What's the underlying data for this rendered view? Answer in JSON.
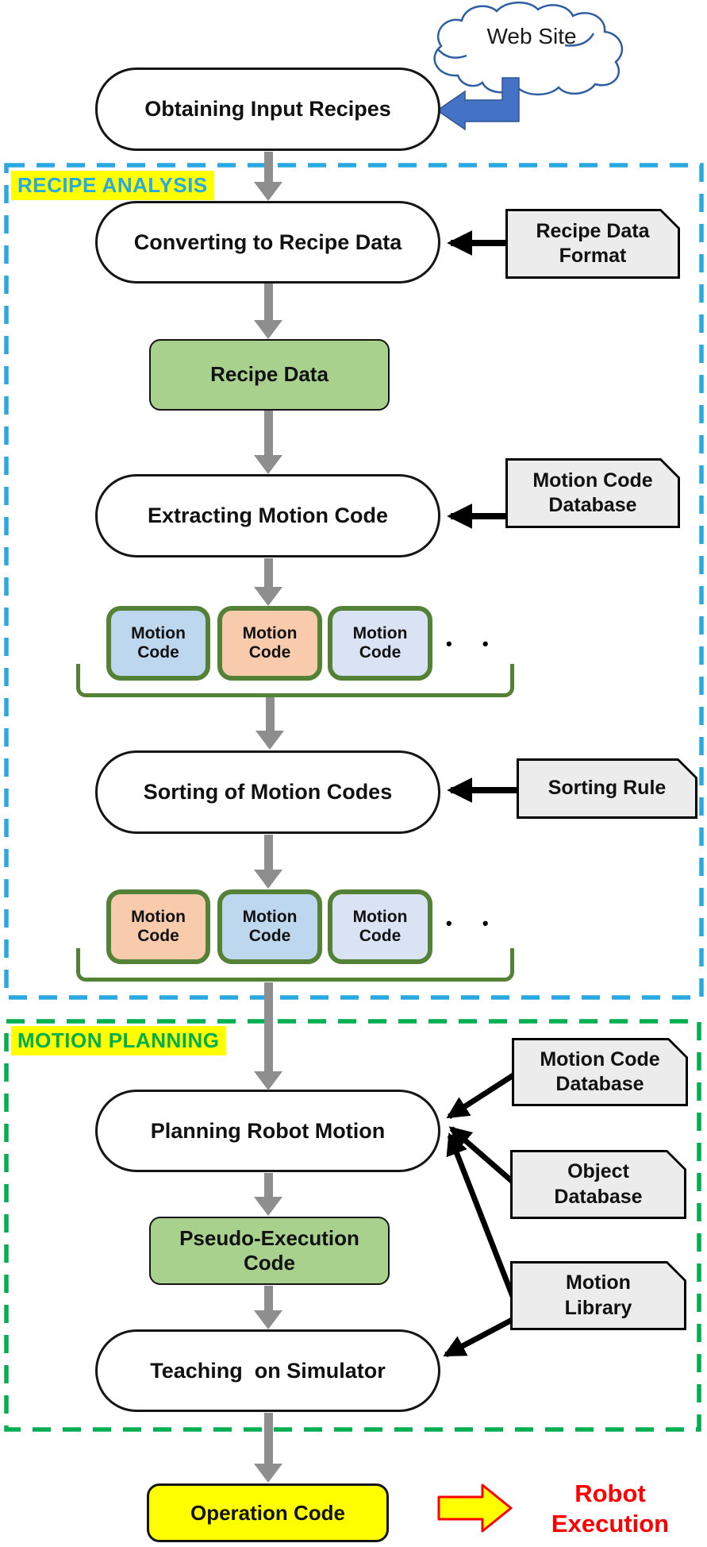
{
  "cloud": {
    "label": "Web Site"
  },
  "sections": {
    "recipe_analysis": {
      "label": "RECIPE ANALYSIS",
      "color": "#29A9E1"
    },
    "motion_planning": {
      "label": "MOTION PLANNING",
      "color": "#00B050"
    }
  },
  "process_nodes": {
    "obtaining_input_recipes": "Obtaining Input Recipes",
    "converting_to_recipe_data": "Converting to Recipe Data",
    "extracting_motion_code": "Extracting Motion Code",
    "sorting_of_motion_codes": "Sorting of Motion Codes",
    "planning_robot_motion": "Planning Robot Motion",
    "teaching_on_simulator": "Teaching  on Simulator"
  },
  "data_nodes": {
    "recipe_data": "Recipe Data",
    "pseudo_execution_code": "Pseudo-Execution Code",
    "operation_code": "Operation Code"
  },
  "reference_notes": {
    "recipe_data_format": "Recipe Data Format",
    "motion_code_database_1": "Motion Code Database",
    "sorting_rule": "Sorting Rule",
    "motion_code_database_2": "Motion Code Database",
    "object_database": "Object Database",
    "motion_library": "Motion Library"
  },
  "motion_code_rows": [
    {
      "items": [
        {
          "label": "Motion Code",
          "fill": "#BDD7EE"
        },
        {
          "label": "Motion Code",
          "fill": "#F8CBAD"
        },
        {
          "label": "Motion Code",
          "fill": "#DAE3F3"
        }
      ],
      "ellipsis": "• •"
    },
    {
      "items": [
        {
          "label": "Motion Code",
          "fill": "#F8CBAD"
        },
        {
          "label": "Motion Code",
          "fill": "#BDD7EE"
        },
        {
          "label": "Motion Code",
          "fill": "#DAE3F3"
        }
      ],
      "ellipsis": "• •"
    }
  ],
  "output": {
    "robot_execution": "Robot Execution"
  },
  "colors": {
    "recipe_section_border": "#29A9E1",
    "motion_section_border": "#00B050",
    "data_box_green": "#A9D18E",
    "motion_code_border_green": "#538135",
    "note_gray": "#ECECEC",
    "flow_arrow_gray": "#8E8E8E",
    "web_arrow_blue": "#4472C4",
    "operation_yellow": "#FFFF00",
    "robot_execution_red": "#FF0000"
  }
}
